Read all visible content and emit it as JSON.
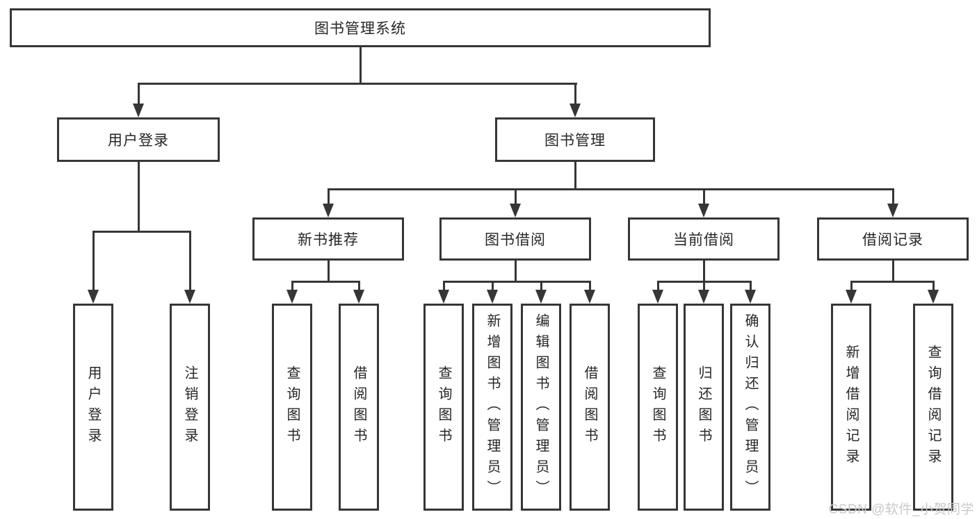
{
  "diagram": {
    "root": {
      "label": "图书管理系统"
    },
    "children": [
      {
        "label": "用户登录",
        "children": [
          {
            "label": "用户登录"
          },
          {
            "label": "注销登录"
          }
        ]
      },
      {
        "label": "图书管理",
        "children": [
          {
            "label": "新书推荐",
            "children": [
              {
                "label": "查询图书"
              },
              {
                "label": "借阅图书"
              }
            ]
          },
          {
            "label": "图书借阅",
            "children": [
              {
                "label": "查询图书"
              },
              {
                "label": "新增图书（管理员）"
              },
              {
                "label": "编辑图书（管理员）"
              },
              {
                "label": "借阅图书"
              }
            ]
          },
          {
            "label": "当前借阅",
            "children": [
              {
                "label": "查询图书"
              },
              {
                "label": "归还图书"
              },
              {
                "label": "确认归还（管理员）"
              }
            ]
          },
          {
            "label": "借阅记录",
            "children": [
              {
                "label": "新增借阅记录"
              },
              {
                "label": "查询借阅记录"
              }
            ]
          }
        ]
      }
    ]
  },
  "watermark": {
    "text": "CSDN @软件_小贺同学"
  },
  "colors": {
    "line": "#363636",
    "text": "#262626",
    "box_background": "#ffffff",
    "watermark": "#c9c9c9"
  }
}
